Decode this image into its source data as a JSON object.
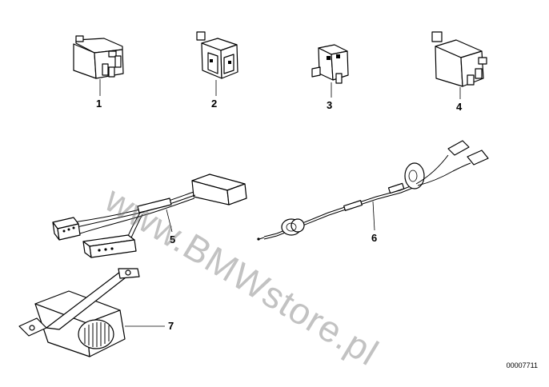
{
  "parts": [
    {
      "number": "1",
      "name": "relay"
    },
    {
      "number": "2",
      "name": "relay"
    },
    {
      "number": "3",
      "name": "relay"
    },
    {
      "number": "4",
      "name": "relay"
    },
    {
      "number": "5",
      "name": "wiring-harness"
    },
    {
      "number": "6",
      "name": "cable-with-grommets"
    },
    {
      "number": "7",
      "name": "buzzer-with-bracket"
    }
  ],
  "watermark": "www.BMWstore.pl",
  "reference_number": "00007711"
}
